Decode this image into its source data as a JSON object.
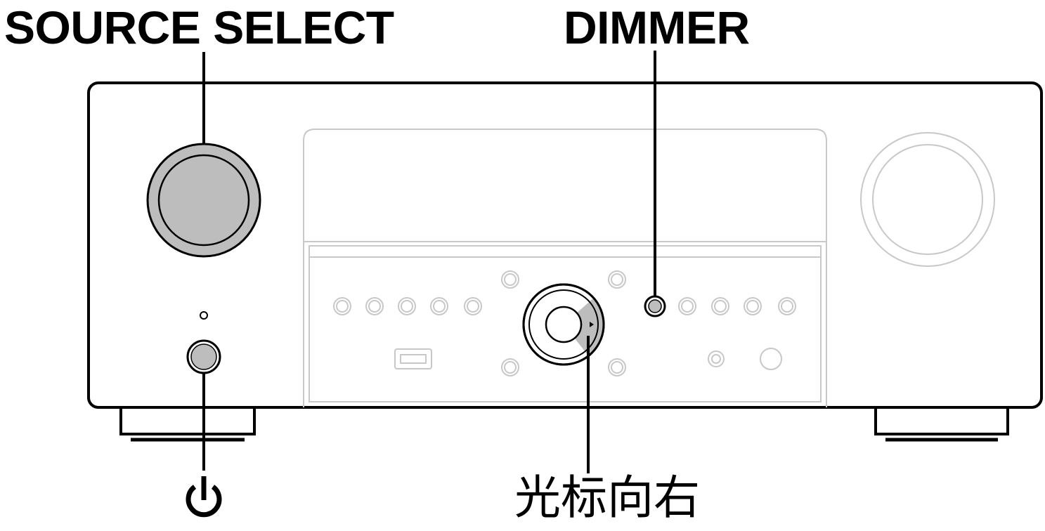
{
  "callouts": {
    "source_select": "SOURCE SELECT",
    "dimmer": "DIMMER",
    "cursor_right": "光标向右"
  },
  "icons": {
    "power": "power-icon"
  },
  "colors": {
    "outline": "#000000",
    "faded_outline": "#c8c8c8",
    "highlight_fill": "#bdbdbd"
  }
}
